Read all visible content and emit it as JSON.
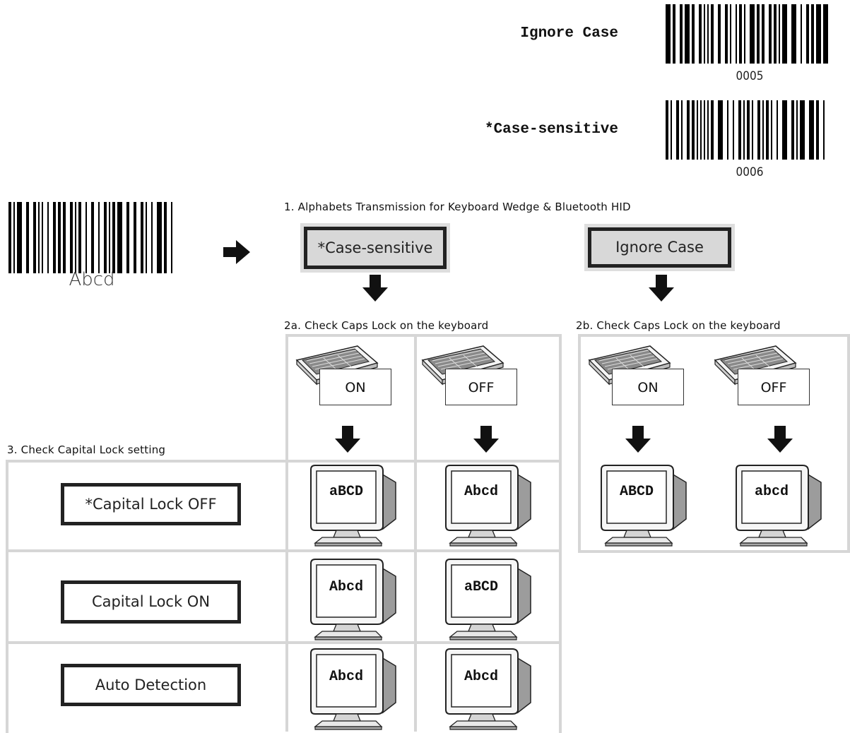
{
  "options": {
    "ignore_case": {
      "label": "Ignore Case",
      "code": "0005"
    },
    "case_sensitive": {
      "label": "*Case-sensitive",
      "code": "0006"
    }
  },
  "sample_barcode": {
    "text": "Abcd"
  },
  "steps": {
    "step1": "1. Alphabets Transmission for Keyboard Wedge & Bluetooth HID",
    "step2a": "2a. Check Caps Lock on the keyboard",
    "step2b": "2b. Check Caps Lock on the keyboard",
    "step3": "3. Check Capital Lock setting"
  },
  "modes": {
    "case_sensitive": "*Case-sensitive",
    "ignore_case": "Ignore Case"
  },
  "keyboard_states": {
    "on": "ON",
    "off": "OFF"
  },
  "capital_lock": {
    "off": "*Capital Lock OFF",
    "on": "Capital Lock ON",
    "auto": "Auto Detection"
  },
  "results": {
    "case_sensitive": {
      "lock_off": {
        "caps_on": "aBCD",
        "caps_off": "Abcd"
      },
      "lock_on": {
        "caps_on": "Abcd",
        "caps_off": "aBCD"
      },
      "auto": {
        "caps_on": "Abcd",
        "caps_off": "Abcd"
      }
    },
    "ignore_case": {
      "caps_on": "ABCD",
      "caps_off": "abcd"
    }
  },
  "icons": {
    "arrow": "arrow-icon",
    "keyboard": "keyboard-icon",
    "monitor": "monitor-icon",
    "barcode": "barcode-icon"
  }
}
